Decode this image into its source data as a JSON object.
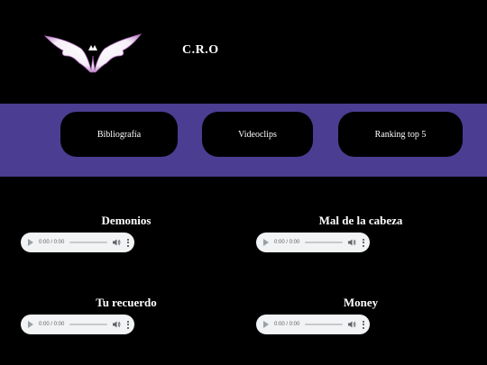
{
  "header": {
    "site_title": "C.R.O",
    "logo_icon": "bat-wings-logo-icon"
  },
  "nav": {
    "band_color": "#4b3d91",
    "items": [
      {
        "label": "Bibliografía"
      },
      {
        "label": "Videoclips"
      },
      {
        "label": "Ranking top 5"
      }
    ]
  },
  "songs": [
    {
      "title": "Demonios",
      "time": "0:00 / 0:00"
    },
    {
      "title": "Mal de la cabeza",
      "time": "0:00 / 0:00"
    },
    {
      "title": "Tu recuerdo",
      "time": "0:00 / 0:00"
    },
    {
      "title": "Money",
      "time": "0:00 / 0:00"
    }
  ]
}
